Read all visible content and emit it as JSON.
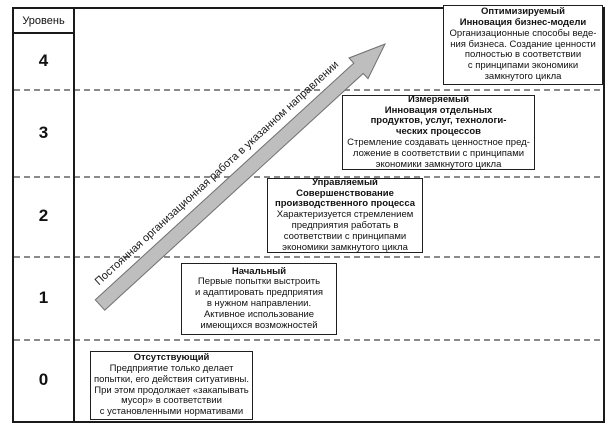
{
  "level_column": {
    "header": "Уровень"
  },
  "arrow": {
    "label": "Постоянная организационная работа в указанном направлении"
  },
  "colors": {
    "arrow_fill": "#bebebe",
    "arrow_stroke": "#6f6f6f",
    "frame_line": "#1a1a1a",
    "dash_line": "#8a8a8a"
  },
  "levels": [
    {
      "number": "4",
      "title": "Оптимизируемый\nИнновация бизнес-модели",
      "body": "Организационные способы веде-\nния бизнеса. Создание ценности\nполностью в соответствии\nс принципами экономики\nзамкнутого цикла"
    },
    {
      "number": "3",
      "title": "Измеряемый\nИнновация отдельных\nпродуктов, услуг, технологи-\nческих процессов",
      "body": "Стремление создавать ценностное пред-\nложение в соответствии с принципами\nэкономики замкнутого цикла"
    },
    {
      "number": "2",
      "title": "Управляемый\nСовершенствование\nпроизводственного процесса",
      "body": "Характеризуется стремлением\nпредприятия работать в\nсоответствии с принципами\nэкономики замкнутого цикла"
    },
    {
      "number": "1",
      "title": "Начальный",
      "body": "Первые попытки выстроить\nи адаптировать предприятия\nв нужном направлении.\nАктивное использование\nимеющихся возможностей"
    },
    {
      "number": "0",
      "title": "Отсутствующий",
      "body": "Предприятие только делает\nпопытки, его действия ситуативны.\nПри этом продолжает «закапывать\nмусор» в соответствии\nс установленными нормативами"
    }
  ]
}
